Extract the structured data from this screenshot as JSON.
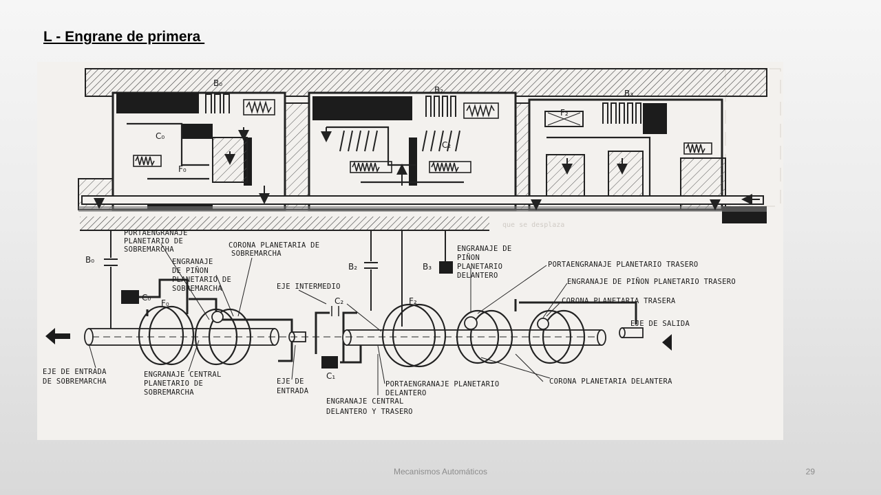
{
  "slide": {
    "title": "L - Engrane de primera ",
    "footer": "Mecanismos Automáticos",
    "page_number": "29"
  },
  "diagram": {
    "labels": {
      "portaengranaje_sobremarcha": [
        "PORTAENGRANAJE",
        "PLANETARIO DE",
        "SOBREMARCHA"
      ],
      "corona_sobremarcha": [
        "CORONA PLANETARIA DE",
        "SOBREMARCHA"
      ],
      "pinon_sobremarcha": [
        "ENGRANAJE",
        "DE PIÑON",
        "PLANETARIO DE",
        "SOBREMARCHA"
      ],
      "eje_intermedio": "EJE INTERMEDIO",
      "pinon_delantero": [
        "ENGRANAJE DE",
        "PIÑON",
        "PLANETARIO",
        "DELANTERO"
      ],
      "portaengranaje_trasero": "PORTAENGRANAJE PLANETARIO TRASERO",
      "pinon_trasero": "ENGRANAJE DE PIÑON PLANETARIO TRASERO",
      "corona_trasera": "CORONA PLANETARIA TRASERA",
      "eje_salida": "EJE DE SALIDA",
      "eje_entrada_sobremarcha": [
        "EJE DE ENTRADA",
        "DE SOBREMARCHA"
      ],
      "central_sobremarcha": [
        "ENGRANAJE CENTRAL",
        "PLANETARIO DE",
        "SOBREMARCHA"
      ],
      "eje_entrada": [
        "EJE DE",
        "ENTRADA"
      ],
      "portaengranaje_delantero": [
        "PORTAENGRANAJE PLANETARIO",
        "DELANTERO"
      ],
      "central_delantero_trasero": [
        "ENGRANAJE CENTRAL",
        "DELANTERO Y TRASERO"
      ],
      "corona_delantera": "CORONA PLANETARIA DELANTERA"
    },
    "symbols": {
      "b0": "B₀",
      "b2": "B₂",
      "b3": "B₃",
      "c0": "C₀",
      "c1": "C₁",
      "c2": "C₂",
      "f0": "F₀",
      "f2": "F₂"
    },
    "ghost_text": "que se desplaza"
  }
}
